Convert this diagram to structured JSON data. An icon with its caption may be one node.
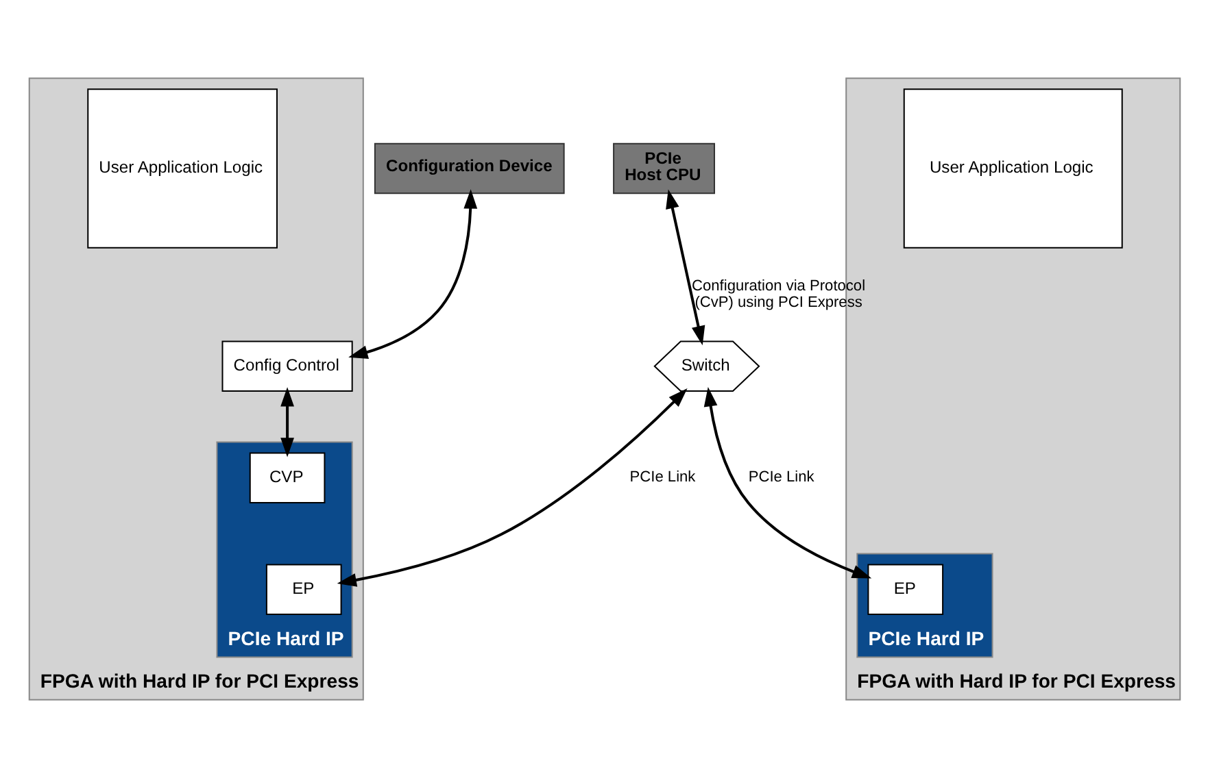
{
  "diagram": {
    "nodes": [
      {
        "text": [
          "Configuration Device"
        ]
      },
      {
        "text": [
          "PCIe",
          "Host CPU"
        ]
      },
      {
        "text": [
          "Switch"
        ]
      },
      {
        "text": [
          "FPGA with Hard IP for PCI Express"
        ]
      },
      {
        "text": [
          "Config Control"
        ],
        "in": 3
      },
      {
        "text": [
          "User Application Logic"
        ],
        "in": 3
      },
      {
        "text": [
          "PCIe Hard IP"
        ],
        "in": 3
      },
      {
        "text": [
          "CVP"
        ],
        "in": 6
      },
      {
        "text": [
          "EP"
        ],
        "in": 6
      },
      {
        "text": [
          "FPGA with Hard IP for PCI Express"
        ]
      },
      {
        "text": [
          "User Application Logic"
        ],
        "in": 9
      },
      {
        "text": [
          "PCIe Hard IP"
        ],
        "in": 9
      },
      {
        "text": [
          "EP"
        ],
        "in": 11
      }
    ],
    "edges": [
      {
        "from": 0,
        "to": 4,
        "arrow": "both"
      },
      {
        "from": 4,
        "to": 7,
        "arrow": "both"
      },
      {
        "from": 1,
        "to": 2,
        "arrow": "both",
        "label": "Configuration via Protocol (CvP) using PCI Express"
      },
      {
        "from": 8,
        "to": 2,
        "arrow": "both",
        "label": "PCIe Link"
      },
      {
        "from": 2,
        "to": 12,
        "arrow": "both",
        "label": "PCIe Link"
      }
    ]
  }
}
